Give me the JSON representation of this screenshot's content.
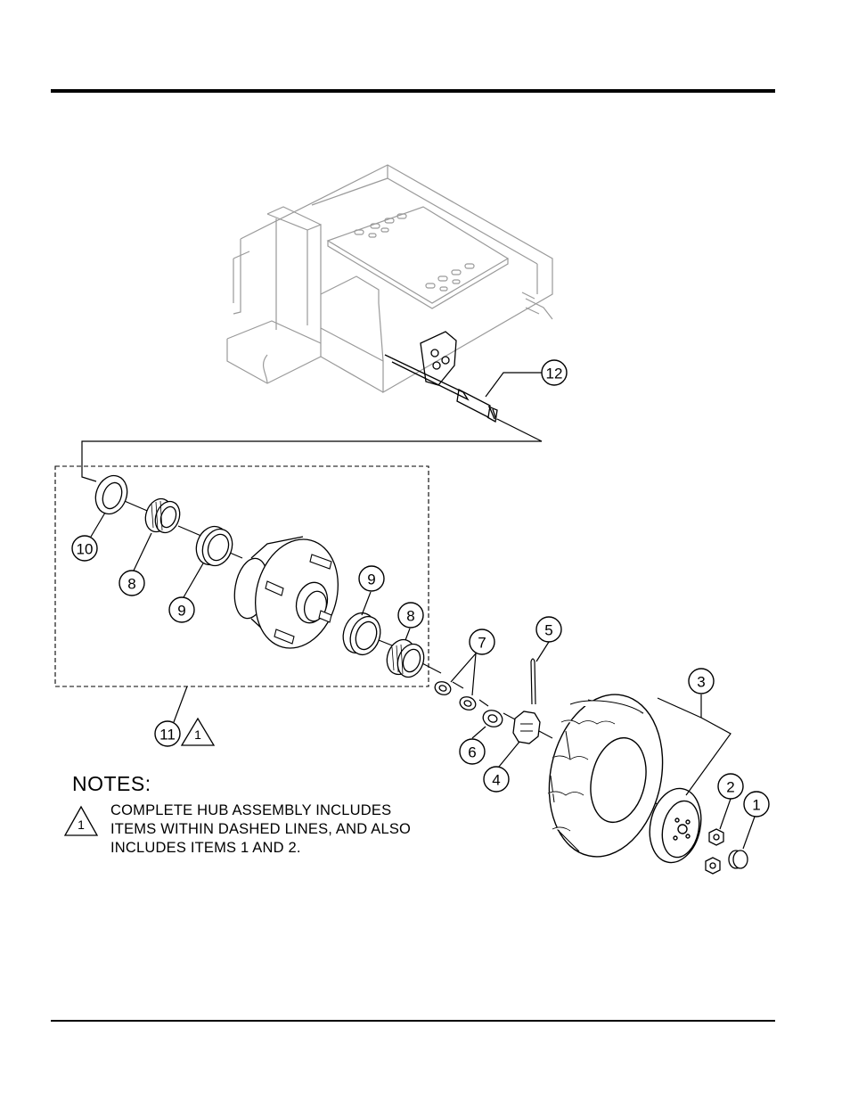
{
  "callouts": {
    "c1": "1",
    "c2": "2",
    "c3": "3",
    "c4": "4",
    "c5": "5",
    "c6": "6",
    "c7": "7",
    "c8a": "8",
    "c8b": "8",
    "c9a": "9",
    "c9b": "9",
    "c10": "10",
    "c11": "11",
    "c12": "12"
  },
  "note_symbol": "1",
  "notes": {
    "heading": "NOTES:",
    "lines": [
      "COMPLETE HUB ASSEMBLY INCLUDES",
      "ITEMS WITHIN DASHED LINES, AND ALSO",
      "INCLUDES ITEMS 1 AND 2."
    ]
  }
}
